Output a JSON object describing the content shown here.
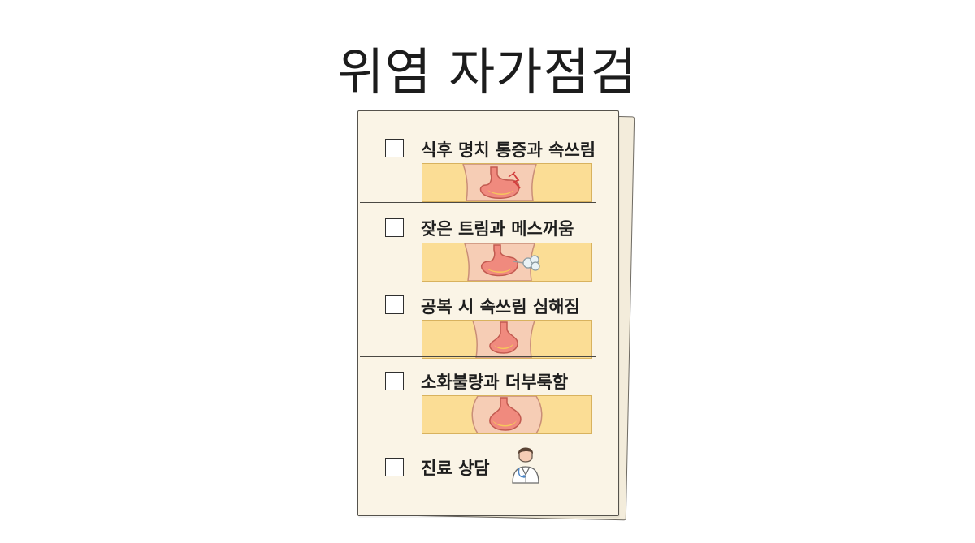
{
  "title": "위염 자가점검",
  "checklist": {
    "items": [
      {
        "label": "식후 명치 통증과 속쓰림",
        "icon": "stomach-pain-icon",
        "checked": false
      },
      {
        "label": "잦은 트림과 메스꺼움",
        "icon": "stomach-burp-icon",
        "checked": false
      },
      {
        "label": "공복 시 속쓰림 심해짐",
        "icon": "stomach-empty-icon",
        "checked": false
      },
      {
        "label": "소화불량과 더부룩함",
        "icon": "stomach-bloating-icon",
        "checked": false
      },
      {
        "label": "진료 상담",
        "icon": "doctor-icon",
        "checked": false
      }
    ]
  },
  "colors": {
    "paper": "#faf4e6",
    "illustration_bg": "#fbdd95",
    "skin": "#f6cdb5",
    "stomach": "#f08a7e",
    "stomach_inner": "#f6c65c"
  }
}
